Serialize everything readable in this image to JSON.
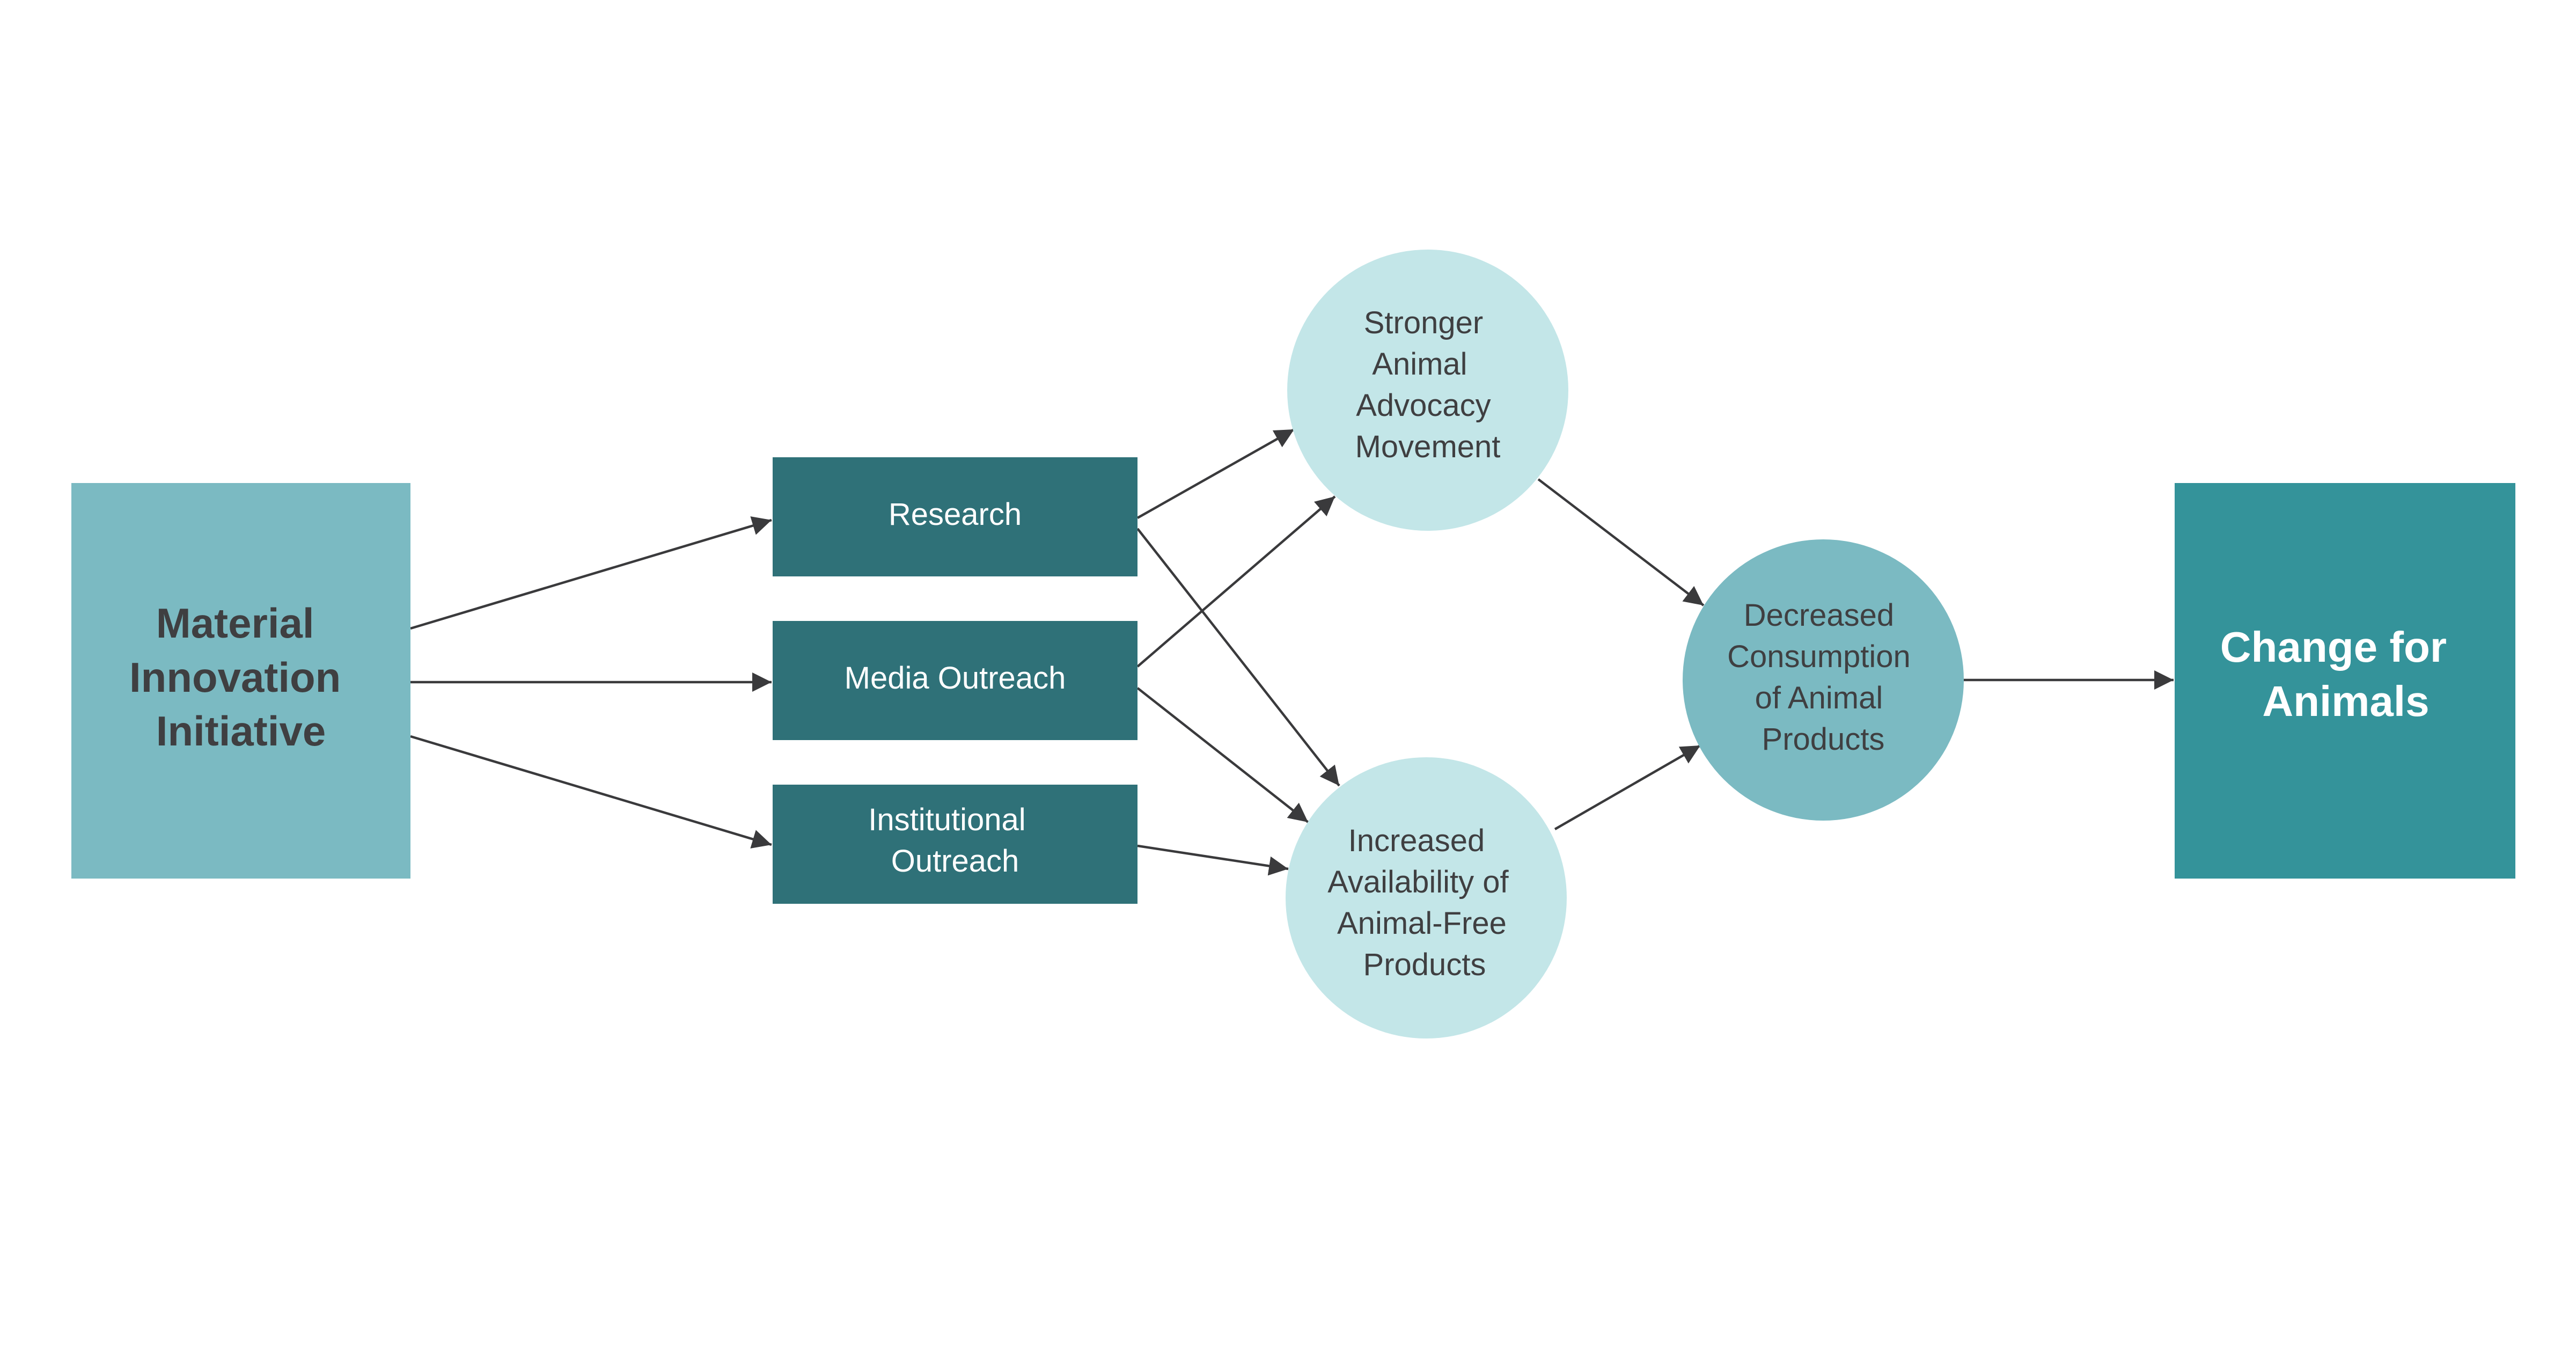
{
  "colors": {
    "source_fill": "#7bbac2",
    "box_fill": "#2f7178",
    "circle_light_fill": "#c3e6e8",
    "circle_mid_fill": "#7bbac2",
    "target_fill": "#34939a",
    "arrow": "#3a3a3c",
    "dark_text": "#3f3f41",
    "light_text": "#ffffff"
  },
  "nodes": {
    "source": {
      "lines": [
        "Material",
        "Innovation",
        "Initiative"
      ]
    },
    "research": {
      "lines": [
        "Research"
      ]
    },
    "media": {
      "lines": [
        "Media Outreach"
      ]
    },
    "institutional": {
      "lines": [
        "Institutional",
        "Outreach"
      ]
    },
    "advocacy": {
      "lines": [
        "Stronger",
        "Animal",
        "Advocacy",
        "Movement"
      ]
    },
    "availability": {
      "lines": [
        "Increased",
        "Availability of",
        "Animal-Free",
        "Products"
      ]
    },
    "consumption": {
      "lines": [
        "Decreased",
        "Consumption",
        "of Animal",
        "Products"
      ]
    },
    "target": {
      "lines": [
        "Change for",
        "Animals"
      ]
    }
  },
  "edges": [
    {
      "from": "source",
      "to": "research"
    },
    {
      "from": "source",
      "to": "media"
    },
    {
      "from": "source",
      "to": "institutional"
    },
    {
      "from": "research",
      "to": "advocacy"
    },
    {
      "from": "research",
      "to": "availability"
    },
    {
      "from": "media",
      "to": "advocacy"
    },
    {
      "from": "media",
      "to": "availability"
    },
    {
      "from": "institutional",
      "to": "availability"
    },
    {
      "from": "advocacy",
      "to": "consumption"
    },
    {
      "from": "availability",
      "to": "consumption"
    },
    {
      "from": "consumption",
      "to": "target"
    }
  ]
}
